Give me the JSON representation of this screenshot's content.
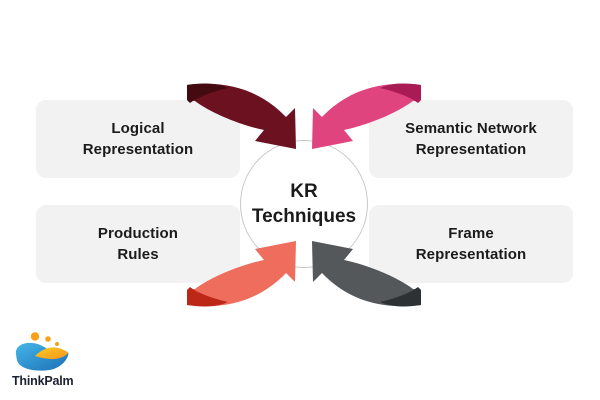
{
  "diagram": {
    "center_label": {
      "line1": "KR",
      "line2": "Techniques"
    },
    "nodes": [
      {
        "position": "top-left",
        "label_line1": "Logical",
        "label_line2": "Representation",
        "arrow_body_color": "#6C1120",
        "arrow_fold_color": "#430A10"
      },
      {
        "position": "top-right",
        "label_line1": "Semantic Network",
        "label_line2": "Representation",
        "arrow_body_color": "#E0447F",
        "arrow_fold_color": "#A91B55"
      },
      {
        "position": "bottom-left",
        "label_line1": "Production",
        "label_line2": "Rules",
        "arrow_body_color": "#EE6D5C",
        "arrow_fold_color": "#BD2718"
      },
      {
        "position": "bottom-right",
        "label_line1": "Frame",
        "label_line2": "Representation",
        "arrow_body_color": "#54585B",
        "arrow_fold_color": "#2D3134"
      }
    ],
    "box_color": "#F2F2F2",
    "circle_border_color": "#C9C9C9",
    "text_color": "#1B1B1B"
  },
  "branding": {
    "logo_text": "ThinkPalm",
    "logo_colors": {
      "blue_light": "#45B6E8",
      "blue_dark": "#1C6FB5",
      "yellow_light": "#FFCB1F",
      "yellow_dark": "#F7941E",
      "dot": "#F9A11B",
      "wordmark": "#1B2130"
    }
  }
}
